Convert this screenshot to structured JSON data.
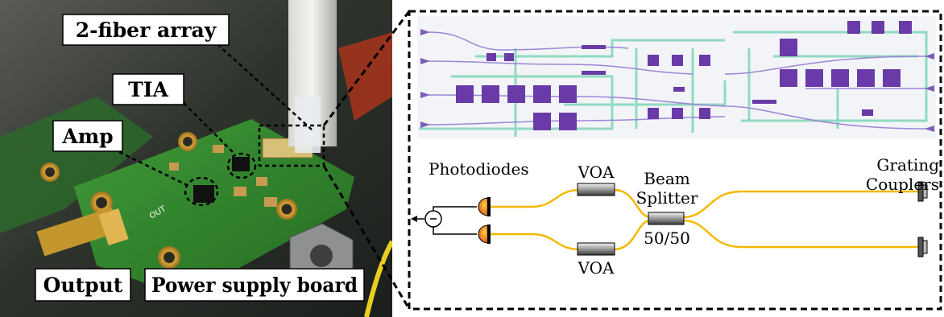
{
  "photo": {
    "labels": {
      "fiber_array": "2-fiber array",
      "tia": "TIA",
      "amp": "Amp",
      "output": "Output",
      "power_supply": "Power supply board"
    },
    "board_text": {
      "out": "OUT"
    }
  },
  "diagram": {
    "labels": {
      "photodiodes": "Photodiodes",
      "voa_top": "VOA",
      "voa_bottom": "VOA",
      "beam_splitter_line1": "Beam",
      "beam_splitter_line2": "Splitter",
      "split_ratio": "50/50",
      "grating_line1": "Grating",
      "grating_line2": "Couplers"
    },
    "colors": {
      "waveguide": "#f5b800",
      "chip_pad": "#6a3aa8",
      "chip_trace": "#7fd6b8",
      "chip_background": "#eef0f4",
      "detector": "#e24a1c",
      "pcb": "#2f7d2a",
      "gold": "#d9a53a"
    }
  }
}
